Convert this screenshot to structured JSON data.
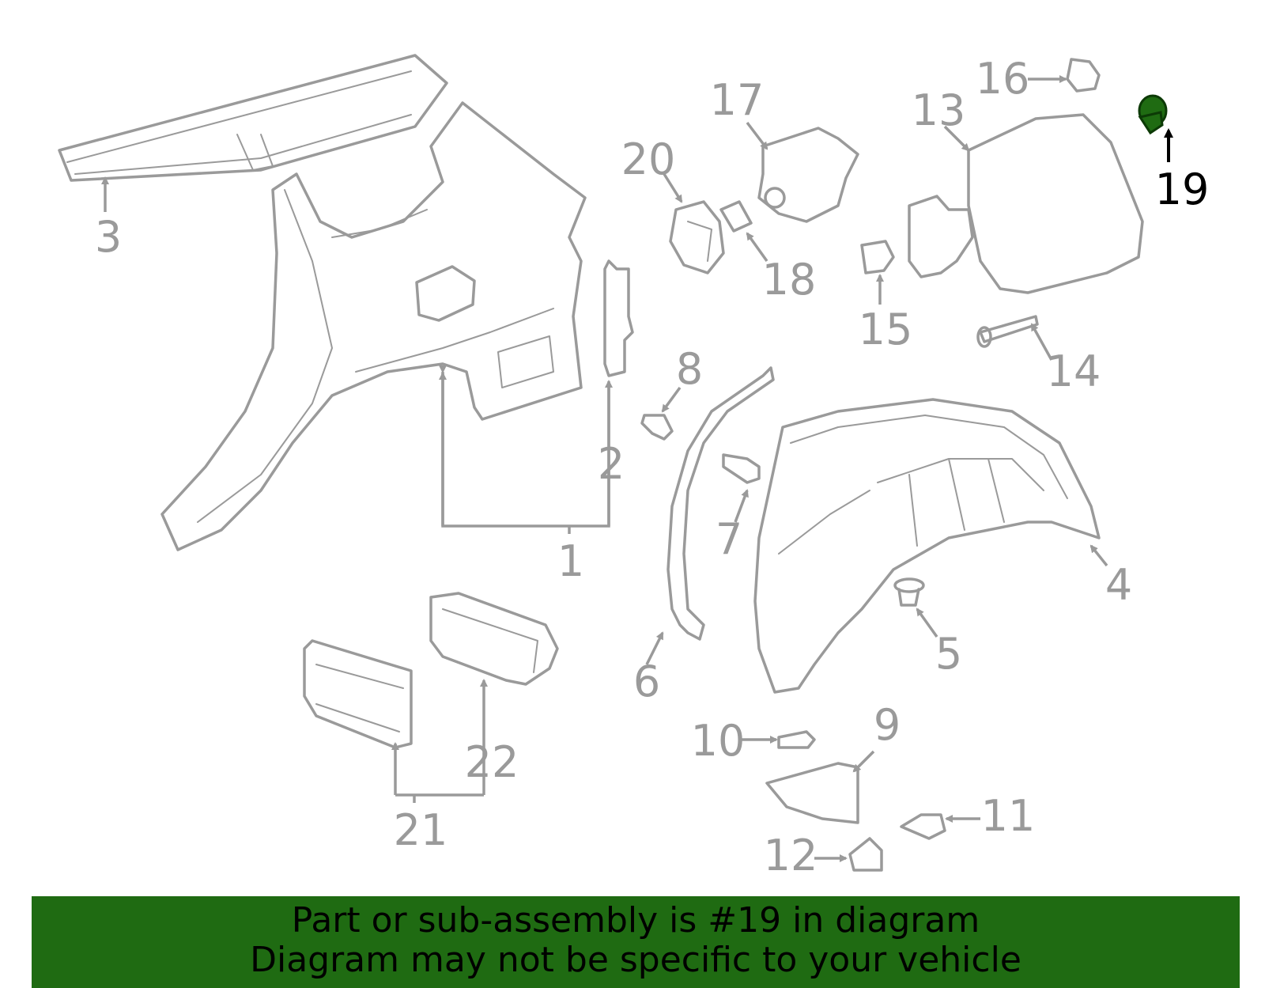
{
  "diagram": {
    "callouts": [
      "1",
      "2",
      "3",
      "4",
      "5",
      "6",
      "7",
      "8",
      "9",
      "10",
      "11",
      "12",
      "13",
      "14",
      "15",
      "16",
      "17",
      "18",
      "19",
      "20",
      "21",
      "22"
    ],
    "highlighted_callout": "19",
    "highlight_color": "#1f6b12",
    "part_color": "#9a9a9a"
  },
  "banner": {
    "line1": "Part or sub-assembly is #19 in diagram",
    "line2": "Diagram may not be specific to your vehicle",
    "background": "#1f6b12"
  }
}
